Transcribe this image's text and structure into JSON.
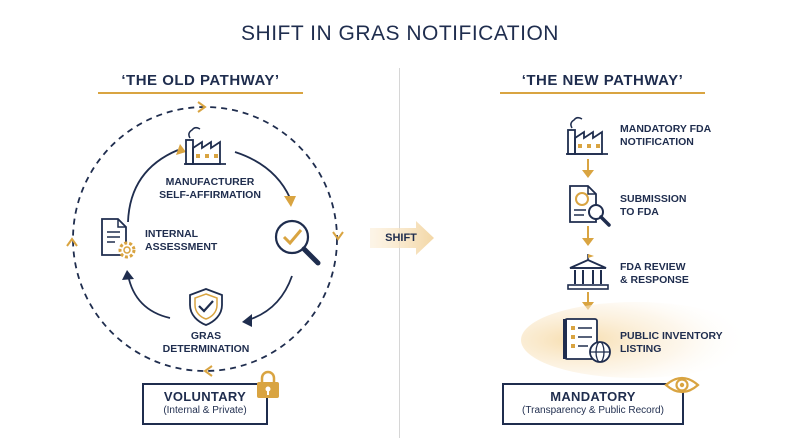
{
  "title": "SHIFT IN GRAS NOTIFICATION",
  "old_pathway": {
    "heading": "‘THE OLD PATHWAY’",
    "steps": [
      {
        "label": "MANUFACTURER SELF-AFFIRMATION",
        "icon": "factory-icon"
      },
      {
        "label": "INTERNAL ASSESSMENT",
        "icon": "document-gear-icon"
      },
      {
        "label": "GRAS DETERMINATION",
        "icon": "shield-check-icon"
      },
      {
        "label": "",
        "icon": "magnifier-check-icon"
      }
    ],
    "footer": {
      "main": "VOLUNTARY",
      "sub": "(Internal & Private)",
      "icon": "padlock-icon"
    }
  },
  "shift_label": "SHIFT",
  "new_pathway": {
    "heading": "‘THE NEW PATHWAY’",
    "steps": [
      {
        "label_line1": "MANDATORY FDA",
        "label_line2": "NOTIFICATION",
        "icon": "factory-icon"
      },
      {
        "label_line1": "SUBMISSION",
        "label_line2": "TO FDA",
        "icon": "document-magnifier-icon"
      },
      {
        "label_line1": "FDA REVIEW",
        "label_line2": "& RESPONSE",
        "icon": "government-building-icon"
      },
      {
        "label_line1": "PUBLIC INVENTORY",
        "label_line2": "LISTING",
        "icon": "list-globe-icon"
      }
    ],
    "footer": {
      "main": "MANDATORY",
      "sub": "(Transparency & Public Record)",
      "icon": "eye-icon"
    }
  },
  "colors": {
    "navy": "#1f2d4e",
    "gold": "#d9a441",
    "divider": "#d6d6d6"
  }
}
